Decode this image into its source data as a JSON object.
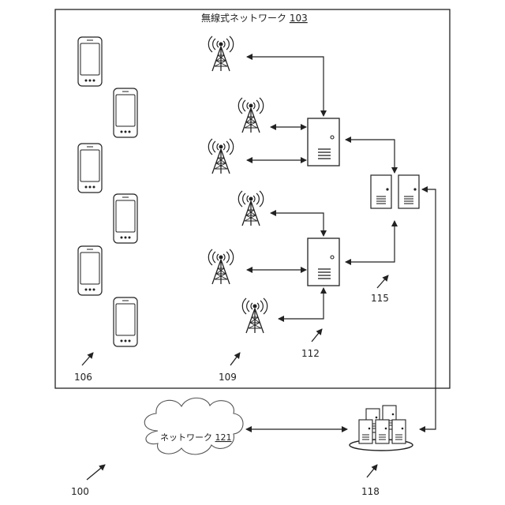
{
  "wireless_network": {
    "label": "無線式ネットワーク",
    "ref": "103"
  },
  "network": {
    "label": "ネットワーク",
    "ref": "121"
  },
  "refs": {
    "phones": "106",
    "towers": "109",
    "access_servers": "112",
    "backend_servers": "115",
    "datacenter": "118",
    "system": "100"
  },
  "colors": {
    "line": "#222222",
    "fill": "#ffffff"
  },
  "icons": [
    "smartphone-icon",
    "cell-tower-icon",
    "server-icon",
    "server-cluster-icon",
    "cloud-icon"
  ]
}
